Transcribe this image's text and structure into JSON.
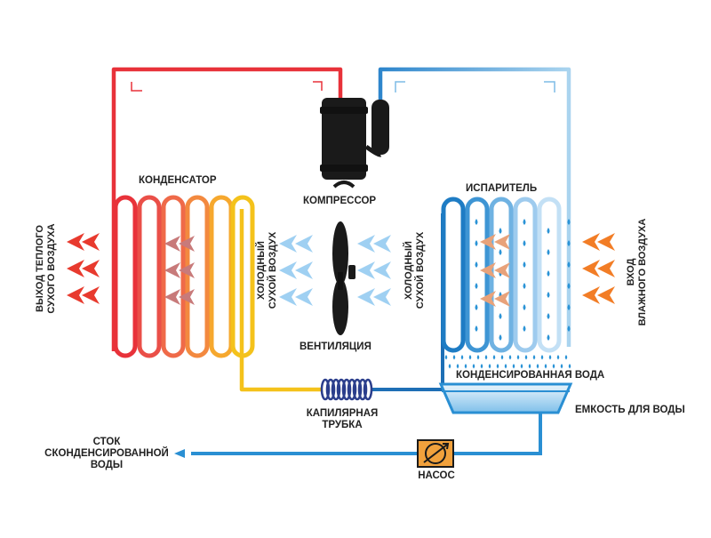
{
  "labels": {
    "condenser": "КОНДЕНСАТОР",
    "compressor": "КОМПРЕССОР",
    "evaporator": "ИСПАРИТЕЛЬ",
    "ventilation": "ВЕНТИЛЯЦИЯ",
    "capillary_line1": "КАПИЛЯРНАЯ",
    "capillary_line2": "ТРУБКА",
    "condensed_water": "КОНДЕНСИРОВАННАЯ ВОДА",
    "water_tank": "ЕМКОСТЬ ДЛЯ ВОДЫ",
    "pump": "НАСОС",
    "drain_line1": "СТОК",
    "drain_line2": "СКОНДЕНСИРОВАННОЙ",
    "drain_line3": "ВОДЫ",
    "warm_out_line1": "ВЫХОД ТЕПЛОГО",
    "warm_out_line2": "СУХОГО ВОЗДУХА",
    "cold_left_line1": "ХОЛОДНЫЙ",
    "cold_left_line2": "СУХОЙ ВОЗДУХ",
    "cold_right_line1": "ХОЛОДНЫЙ",
    "cold_right_line2": "СУХОЙ ВОЗДУХ",
    "humid_in_line1": "ВХОД",
    "humid_in_line2": "ВЛАЖНОГО ВОЗДУХА"
  },
  "colors": {
    "hot_pipe": "#e8323a",
    "hot_coil_inner": "#f4c21b",
    "cold_pipe": "#aad4ef",
    "cold_coil_dark": "#1e7cc4",
    "water_line": "#2a8fd3",
    "warm_arrow": "#e83a2e",
    "humid_arrow": "#f27d26",
    "cold_arrow": "#9fd0f2",
    "water_drop": "#2a93d6",
    "pump_fill": "#f1a13c"
  }
}
